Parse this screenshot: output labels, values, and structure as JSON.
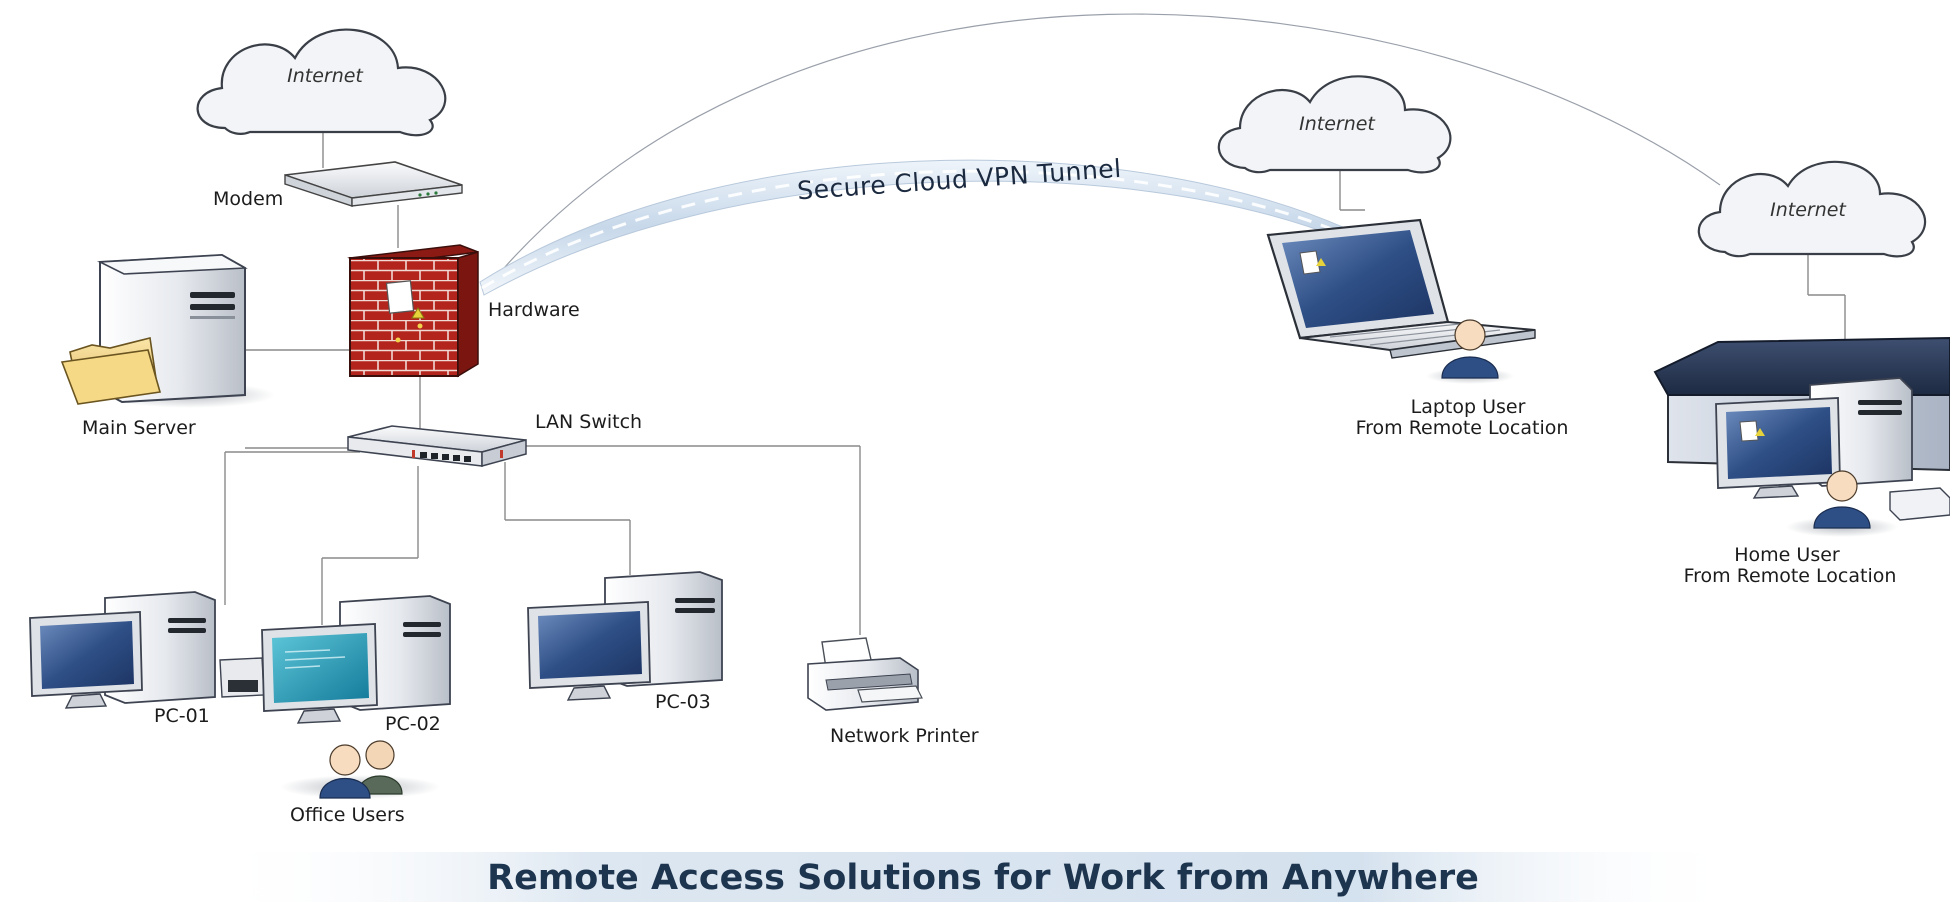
{
  "labels": {
    "internet_left": "Internet",
    "internet_laptop": "Internet",
    "internet_home": "Internet",
    "modem": "Modem",
    "firewall": "Hardware",
    "main_server": "Main Server",
    "lan_switch": "LAN Switch",
    "pc1": "PC-01",
    "pc2": "PC-02",
    "pc3": "PC-03",
    "printer": "Network Printer",
    "office_users": "Office Users",
    "laptop_line1": "Laptop User",
    "laptop_line2": "From Remote Location",
    "home_line1": "Home User",
    "home_line2": "From Remote Location",
    "tunnel": "Secure Cloud VPN Tunnel"
  },
  "footer": {
    "title": "Remote Access Solutions for Work from Anywhere"
  },
  "colors": {
    "firewall_brick": "#b3241c",
    "screen_blue": "#2e4f86",
    "title_navy": "#1e3550",
    "roof": "#2b3a55"
  },
  "icons": [
    "cloud-icon",
    "modem-icon",
    "firewall-icon",
    "server-icon",
    "folder-icon",
    "switch-icon",
    "desktop-pc-icon",
    "printer-icon",
    "laptop-icon",
    "house-icon",
    "user-icon"
  ]
}
